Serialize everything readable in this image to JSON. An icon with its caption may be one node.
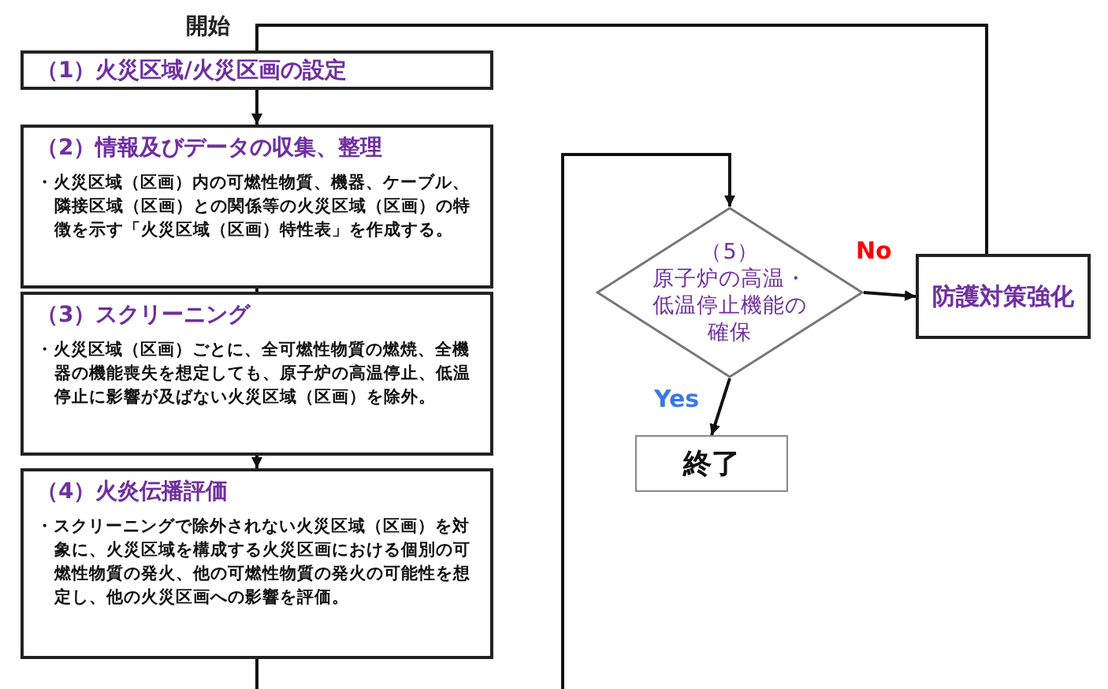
{
  "diagram": {
    "nodes": [
      {
        "text": [
          "（1）火災区域/火災区画の設定"
        ]
      },
      {
        "text": [
          "（2）情報及びデータの収集、整理",
          "・火災区域（区画）内の可燃性物質、機器、ケーブル、隣接区域（区画）との関係等の火災区域（区画）の特徴を示す「火災区域（区画）特性表」を作成する。"
        ]
      },
      {
        "text": [
          "（3）スクリーニング",
          "・火災区域（区画）ごとに、全可燃性物質の燃焼、全機器の機能喪失を想定しても、原子炉の高温停止、低温停止に影響が及ばない火災区域（区画）を除外。"
        ]
      },
      {
        "text": [
          "（4）火炎伝播評価",
          "・スクリーニングで除外されない火災区域（区画）を対象に、火災区域を構成する火災区画における個別の可燃性物質の発火、他の可燃性物質の発火の可能性を想定し、他の火災区画への影響を評価。"
        ]
      },
      {
        "text": [
          "（5）",
          "原子炉の高温・低温停止機能の確保"
        ]
      },
      {
        "text": [
          "終了"
        ]
      },
      {
        "text": [
          "防護対策強化"
        ]
      }
    ],
    "edges": [
      {
        "from": 0,
        "to": 1,
        "arrow": "to"
      },
      {
        "from": 1,
        "to": 2,
        "arrow": "to"
      },
      {
        "from": 2,
        "to": 3,
        "arrow": "to"
      },
      {
        "from": 3,
        "to": 4,
        "arrow": "to"
      },
      {
        "from": 4,
        "to": 6,
        "arrow": "to",
        "label": "No"
      },
      {
        "from": 4,
        "to": 5,
        "arrow": "to",
        "label": "Yes"
      },
      {
        "from": 6,
        "to": 0,
        "arrow": "none"
      }
    ],
    "labels": [
      "開始"
    ]
  }
}
